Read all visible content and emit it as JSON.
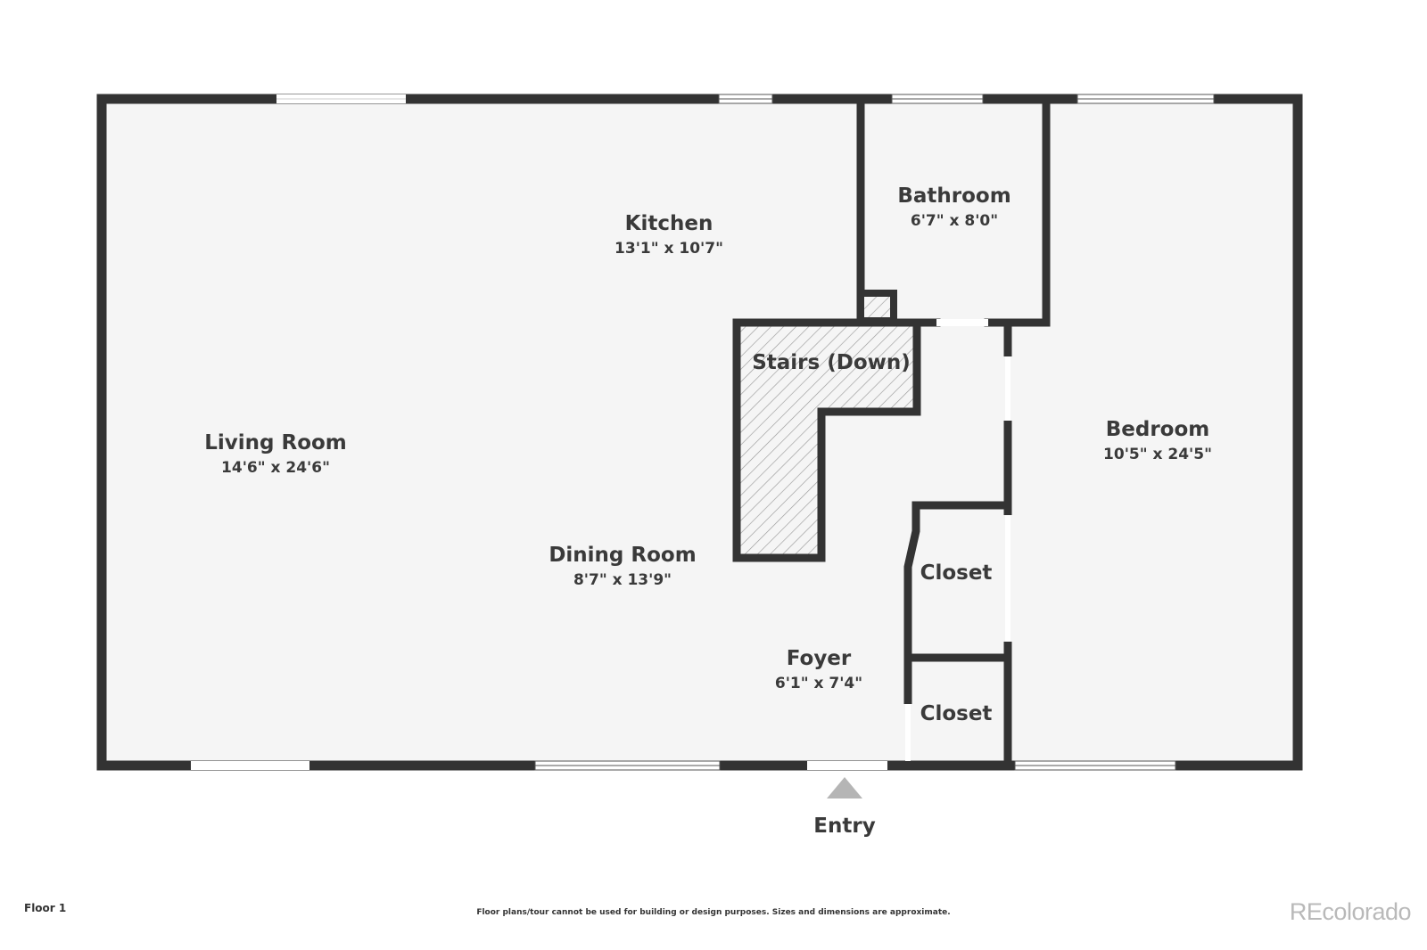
{
  "colors": {
    "wall": "#333333",
    "floor": "#f5f5f5",
    "window": "#ffffff",
    "hatch": "#9a9a9a",
    "text": "#3a3a3a",
    "entry_arrow": "#b5b5b5",
    "brand": "#b9b9b9"
  },
  "rooms": [
    {
      "name": "Living Room",
      "dims": "14'6\" x 24'6\""
    },
    {
      "name": "Kitchen",
      "dims": "13'1\" x 10'7\""
    },
    {
      "name": "Bathroom",
      "dims": "6'7\" x 8'0\""
    },
    {
      "name": "Bedroom",
      "dims": "10'5\" x 24'5\""
    },
    {
      "name": "Dining Room",
      "dims": "8'7\" x 13'9\""
    },
    {
      "name": "Foyer",
      "dims": "6'1\" x 7'4\""
    },
    {
      "name": "Closet",
      "dims": ""
    },
    {
      "name": "Closet",
      "dims": ""
    }
  ],
  "stairs_label": "Stairs (Down)",
  "entry": {
    "label": "Entry",
    "icon": "triangle-up-icon"
  },
  "footer": {
    "floor": "Floor 1",
    "disclaimer": "Floor plans/tour cannot be used for building or design purposes. Sizes and dimensions are approximate.",
    "brand": "REcolorado"
  }
}
